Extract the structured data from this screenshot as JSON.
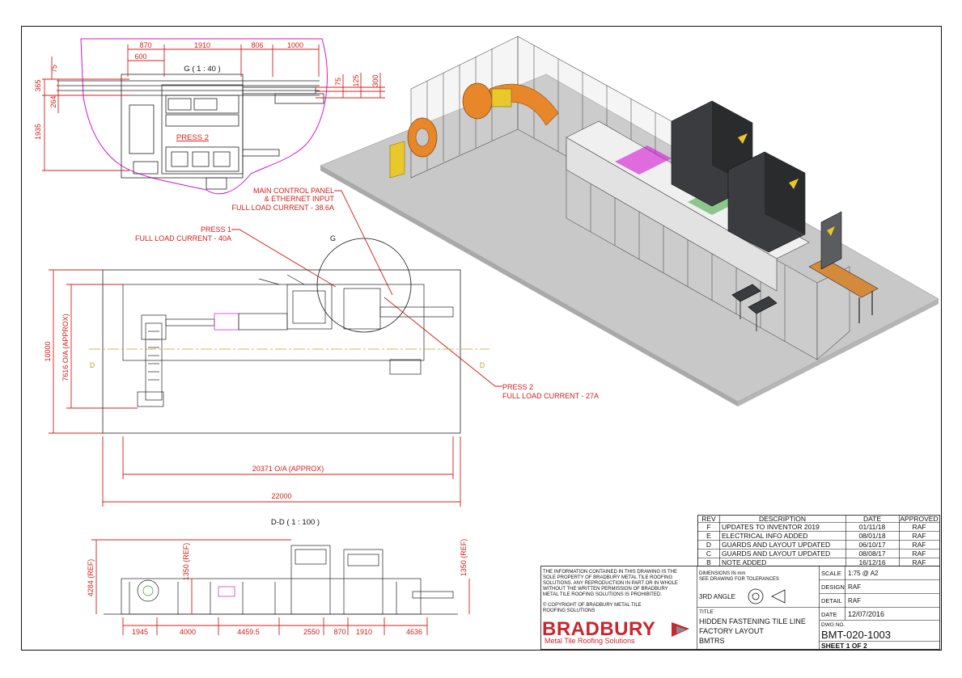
{
  "views": {
    "detail_g": {
      "title": "G ( 1 : 40 )",
      "dims_top_row1": [
        "870",
        "1910",
        "806",
        "1000"
      ],
      "dim_600": "600",
      "dims_right": [
        "75",
        "125",
        "300"
      ],
      "dims_left": [
        "75",
        "365",
        "264",
        "1935"
      ],
      "press_label": "PRESS 2"
    },
    "plan": {
      "height_total": "10000",
      "height_oa": "7616 O/A (APPROX)",
      "length_oa": "20371 O/A (APPROX)",
      "length_total": "22000",
      "section_marker": "D",
      "detail_marker": "G"
    },
    "section_dd": {
      "title": "D-D ( 1 : 100 )",
      "height_left": "4284 (REF)",
      "height_mid": "1350 (REF)",
      "height_right": "1350 (REF)",
      "bottom_dims": [
        "1945",
        "4000",
        "4459.5",
        "2550",
        "870",
        "1910",
        "4636"
      ]
    }
  },
  "callouts": {
    "main_panel": [
      "MAIN CONTROL PANEL",
      "& ETHERNET INPUT",
      "FULL LOAD CURRENT - 38.6A"
    ],
    "press1": [
      "PRESS 1",
      "FULL LOAD CURRENT - 40A"
    ],
    "press2": [
      "PRESS 2",
      "FULL LOAD CURRENT - 27A"
    ]
  },
  "revisions": {
    "headers": [
      "REV",
      "DESCRIPTION",
      "DATE",
      "APPROVED"
    ],
    "rows": [
      {
        "rev": "F",
        "desc": "UPDATES TO INVENTOR 2019",
        "date": "01/11/18",
        "by": "RAF"
      },
      {
        "rev": "E",
        "desc": "ELECTRICAL INFO ADDED",
        "date": "08/01/18",
        "by": "RAF"
      },
      {
        "rev": "D",
        "desc": "GUARDS AND LAYOUT UPDATED",
        "date": "06/10/17",
        "by": "RAF"
      },
      {
        "rev": "C",
        "desc": "GUARDS AND LAYOUT UPDATED",
        "date": "08/08/17",
        "by": "RAF"
      },
      {
        "rev": "B",
        "desc": "NOTE ADDED",
        "date": "16/12/16",
        "by": "RAF"
      }
    ]
  },
  "title_block": {
    "disclaimer": [
      "THE INFORMATION CONTAINED IN THIS DRAWING IS THE",
      "SOLE PROPERTY OF BRADBURY METAL TILE ROOFING",
      "SOLUTIONS. ANY REPRODUCTION IN PART OR IN WHOLE",
      "WITHOUT THE WRITTEN PERMISSION OF BRADBURY",
      "METAL TILE ROOFING SOLUTIONS IS PROHIBITED."
    ],
    "copyright": [
      "© COPYRIGHT OF BRADBURY METAL TILE",
      "ROOFING SOLUTIONS"
    ],
    "logo_main": "BRADBURY",
    "logo_sub": "Metal Tile Roofing Solutions",
    "dims_note": [
      "DIMENSIONS IN mm",
      "SEE DRAWING FOR TOLERANCES"
    ],
    "projection": "3RD ANGLE",
    "scale_label": "SCALE",
    "scale_value": "1:75  @ A2",
    "design_label": "DESIGN",
    "design_value": "RAF",
    "detail_label": "DETAIL",
    "detail_value": "RAF",
    "title_label": "TITLE",
    "title_lines": [
      "HIDDEN FASTENING TILE LINE",
      "FACTORY LAYOUT",
      "BMTRS"
    ],
    "date_label": "DATE",
    "date_value": "12/07/2016",
    "dwg_label": "DWG NO.",
    "dwg_value": "BMT-020-1003",
    "sheet": "SHEET  1  OF 2"
  },
  "colors": {
    "dimension_red": "#d0201c",
    "detail_boundary_magenta": "#d214d2",
    "floor_grey": "#c8c8c8",
    "press_dark": "#3a3c3f",
    "coil_orange": "#e8862a",
    "guard_yellow": "#e8c82a"
  }
}
